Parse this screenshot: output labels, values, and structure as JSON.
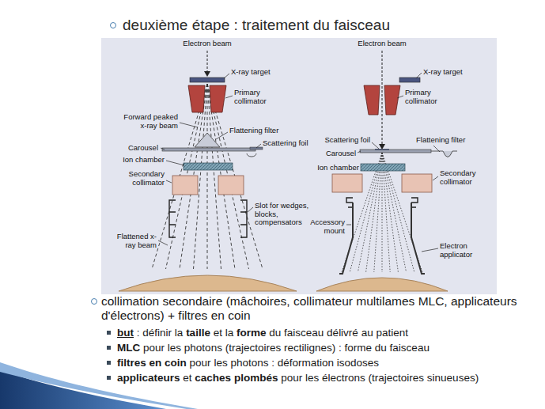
{
  "diagram": {
    "title": "deuxième étape : traitement du faisceau",
    "labels": [
      "Electron beam",
      "X-ray target",
      "Primary collimator",
      "Forward peaked x-ray beam",
      "Flattening filter",
      "Carousel",
      "Scattering foil",
      "Ion chamber",
      "Secondary collimator",
      "Slot for wedges, blocks, compensators",
      "Flattened x-ray beam",
      "Electron beam",
      "X-ray target",
      "Primary collimator",
      "Scattering foil",
      "Flattening filter",
      "Carousel",
      "Ion chamber",
      "Secondary collimator",
      "Accessory mount",
      "Electron applicator",
      "collimation secondaire (mâchoires, collimateur multilames MLC, applicateurs d'électrons) + filtres en coin",
      "but : définir la taille et la forme du faisceau délivré au patient",
      "MLC pour les photons (trajectoires rectilignes) : forme du faisceau",
      "filtres en coin pour les photons : déformation isodoses",
      "applicateurs et caches plombés pour les électrons (trajectoires sinueuses)"
    ]
  }
}
